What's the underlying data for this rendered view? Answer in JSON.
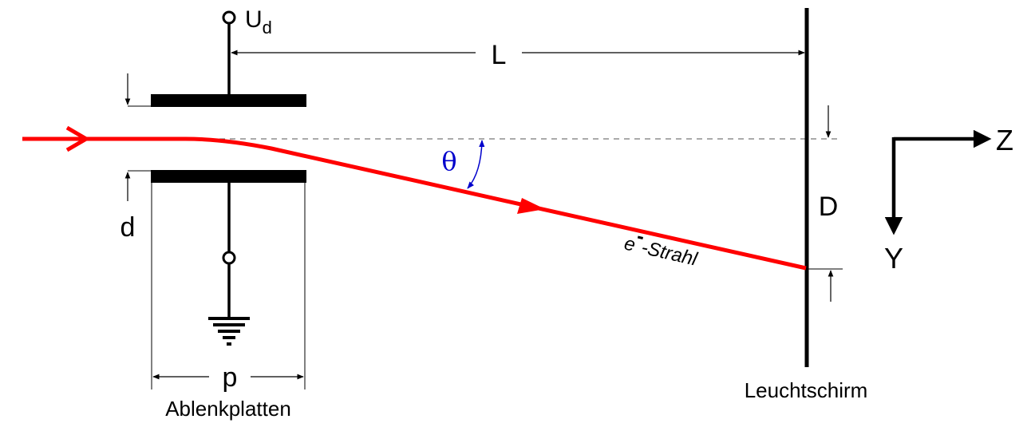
{
  "labels": {
    "voltage_main": "U",
    "voltage_sub": "d",
    "length": "L",
    "angle": "θ",
    "plate_gap": "d",
    "deflection": "D",
    "axis_z": "Z",
    "axis_y": "Y",
    "plate_length": "p",
    "plates_caption": "Ablenkplatten",
    "screen_caption": "Leuchtschirm",
    "beam_electron": "e",
    "beam_minus": "-",
    "beam_rest": "-Strahl"
  },
  "colors": {
    "beam": "#ff0000",
    "angle": "#0000cc",
    "ink": "#000000",
    "reference_line": "#555555"
  }
}
